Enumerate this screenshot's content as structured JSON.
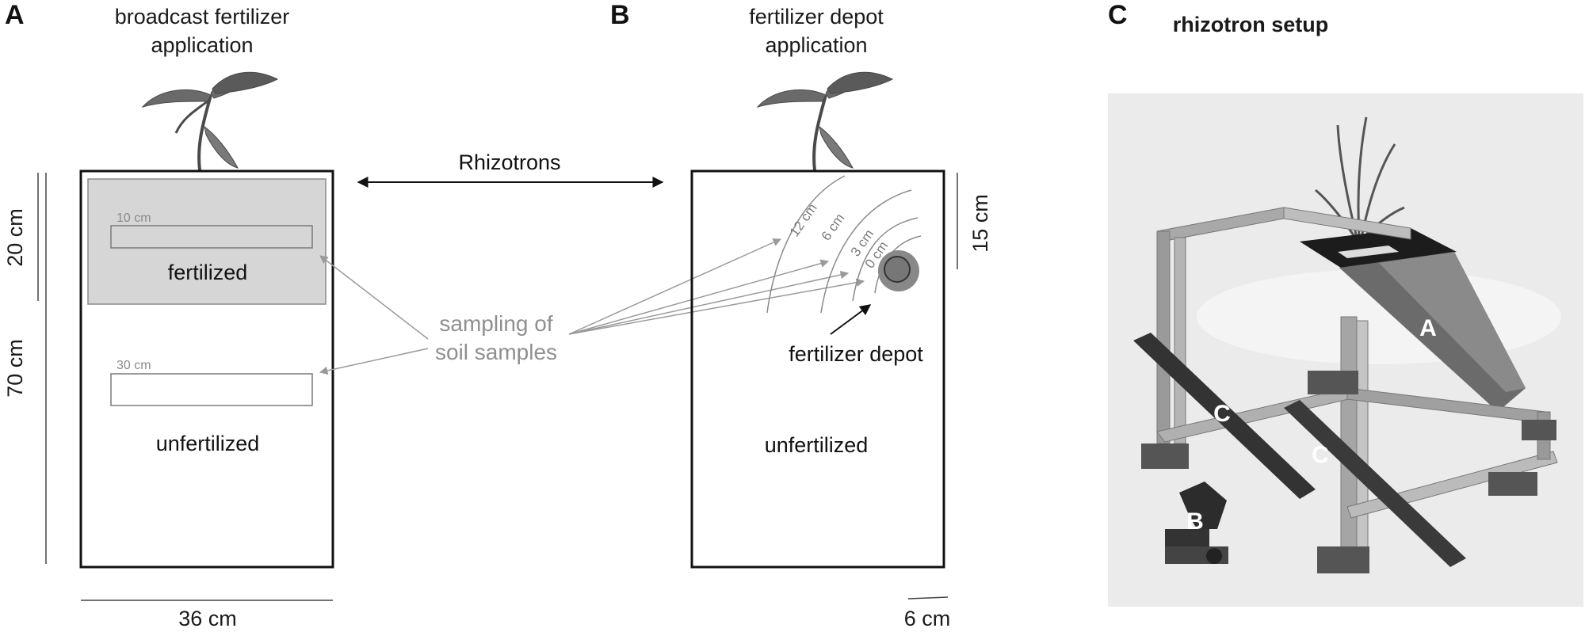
{
  "panels": {
    "a": {
      "letter": "A",
      "title_line1": "broadcast fertilizer",
      "title_line2": "application"
    },
    "b": {
      "letter": "B",
      "title_line1": "fertilizer depot",
      "title_line2": "application"
    },
    "c": {
      "letter": "C",
      "title": "rhizotron setup"
    }
  },
  "center_label": "Rhizotrons",
  "sampling_label": {
    "line1": "sampling of",
    "line2": "soil samples"
  },
  "panel_a": {
    "fertilized": "fertilized",
    "unfertilized": "unfertilized",
    "depth_10": "10 cm",
    "depth_30": "30 cm",
    "dim_top": "20 cm",
    "dim_total": "70 cm",
    "dim_width": "36 cm"
  },
  "panel_b": {
    "distances": [
      "12 cm",
      "6 cm",
      "3 cm",
      "0 cm"
    ],
    "depot_label": "fertilizer depot",
    "unfertilized": "unfertilized",
    "dim_depth": "15 cm",
    "dim_scale": "6 cm"
  },
  "photo_labels": {
    "a": "A",
    "b": "B",
    "c1": "C",
    "c2": "C"
  },
  "colors": {
    "fertilized_fill": "#d6d6d6",
    "depot_outer": "#888888",
    "depot_inner": "#555555",
    "sampling_gray": "#8f8f8f",
    "photo_background": "#ebebeb"
  }
}
